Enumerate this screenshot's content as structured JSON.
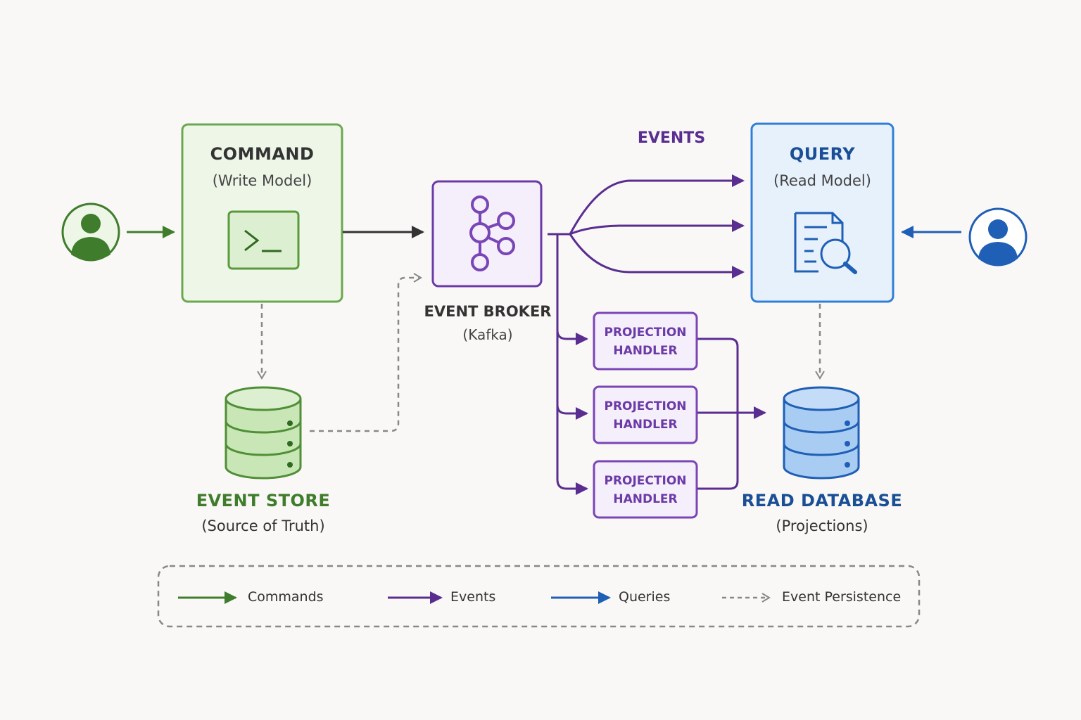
{
  "command": {
    "title": "COMMAND",
    "subtitle": "(Write Model)"
  },
  "query": {
    "title": "QUERY",
    "subtitle": "(Read Model)"
  },
  "broker": {
    "title": "EVENT BROKER",
    "subtitle": "(Kafka)"
  },
  "events_label": "EVENTS",
  "event_store": {
    "title": "EVENT STORE",
    "subtitle": "(Source of Truth)"
  },
  "read_db": {
    "title": "READ DATABASE",
    "subtitle": "(Projections)"
  },
  "projection_handlers": [
    {
      "line1": "PROJECTION",
      "line2": "HANDLER"
    },
    {
      "line1": "PROJECTION",
      "line2": "HANDLER"
    },
    {
      "line1": "PROJECTION",
      "line2": "HANDLER"
    }
  ],
  "legend": {
    "commands": "Commands",
    "events": "Events",
    "queries": "Queries",
    "persistence": "Event Persistence"
  },
  "colors": {
    "green": "#3f7d2c",
    "purple": "#5a2d91",
    "blue": "#1f5fb5",
    "gray": "#888888"
  }
}
